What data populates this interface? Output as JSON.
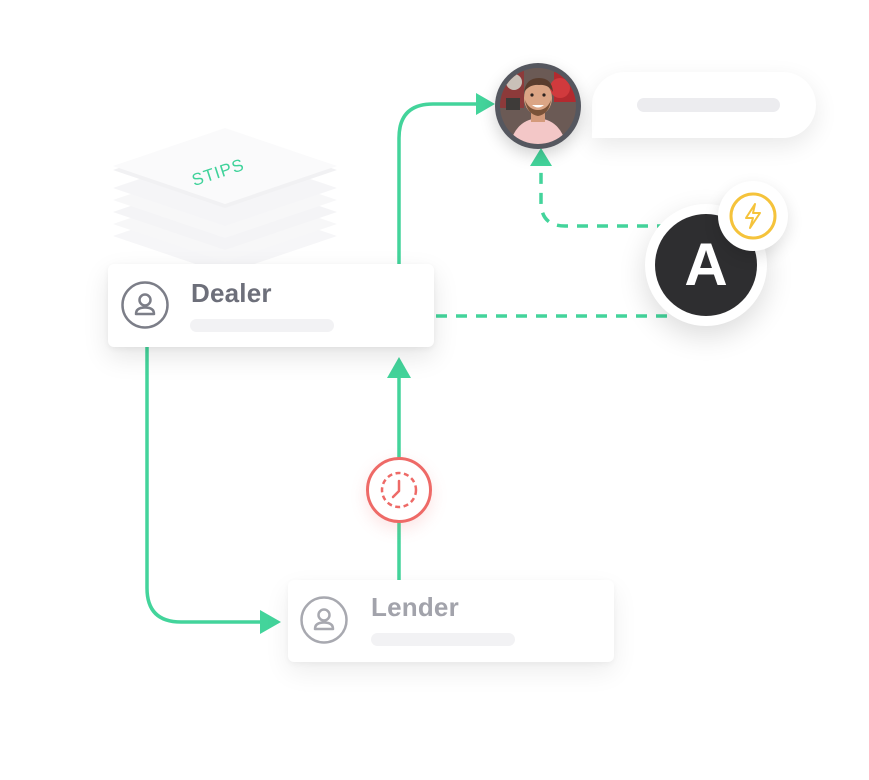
{
  "nodes": {
    "dealer": {
      "label": "Dealer"
    },
    "lender": {
      "label": "Lender"
    },
    "agent": {
      "label": "A"
    }
  },
  "stips": {
    "label": "STIPS"
  },
  "colors": {
    "flow_green": "#43d49b",
    "dealer_title": "#6d6f7a",
    "lender_title": "#a2a3ab",
    "agent_dark": "#2e2e30",
    "bolt_yellow": "#f5c33b",
    "clock_red": "#ee6a67",
    "card_bg": "#ffffff",
    "placeholder_gray": "#f2f2f4"
  },
  "icons": {
    "dealer_icon": "user-icon",
    "lender_icon": "user-icon",
    "bolt": "lightning-bolt-icon",
    "clock": "clock-icon",
    "avatar": "user-avatar-photo"
  }
}
